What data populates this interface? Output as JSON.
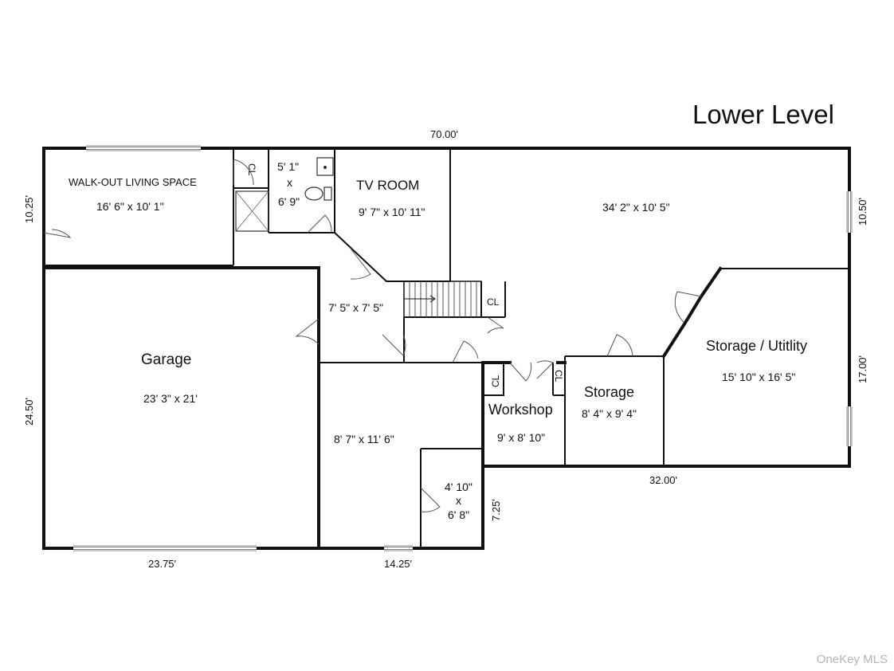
{
  "title": "Lower Level",
  "rooms": {
    "walkout": {
      "name": "WALK-OUT LIVING SPACE",
      "size": "16' 6\" x 10' 1\""
    },
    "bath": {
      "w": "5' 1\"",
      "x": "x",
      "h": "6' 9\""
    },
    "tv": {
      "name": "TV ROOM",
      "size": "9' 7\" x 10' 11\""
    },
    "large": {
      "size": "34' 2\" x 10' 5\""
    },
    "hall": {
      "size": "7' 5\" x 7' 5\""
    },
    "garage": {
      "name": "Garage",
      "size": "23' 3\" x 21'"
    },
    "middle": {
      "size": "8' 7\" x 11' 6\""
    },
    "small": {
      "w": "4' 10\"",
      "x": "x",
      "h": "6' 8\""
    },
    "workshop": {
      "name": "Workshop",
      "size": "9' x 8' 10\""
    },
    "storage": {
      "name": "Storage",
      "size": "8' 4\" x 9' 4\""
    },
    "storage_utility": {
      "name": "Storage / Utitlity",
      "size": "15' 10\" x 16' 5\""
    }
  },
  "closets": {
    "label": "CL"
  },
  "exterior_dims": {
    "top": "70.00'",
    "left_top": "10.25'",
    "left_bottom": "24.50'",
    "right_top": "10.50'",
    "right_bottom": "17.00'",
    "bottom_mid": "32.00'",
    "bottom_left": "23.75'",
    "bottom_center": "14.25'",
    "notch": "7.25'"
  },
  "watermark": "OneKey MLS"
}
